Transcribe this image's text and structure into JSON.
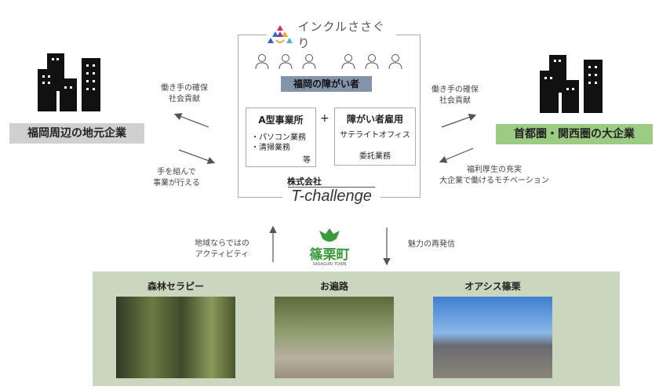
{
  "logo": {
    "text": "インクルささぐり"
  },
  "center": {
    "group_label": "福岡の障がい者",
    "box_a": {
      "title": "A型事業所",
      "items": [
        "・パソコン業務",
        "・清掃業務"
      ],
      "etc": "等"
    },
    "plus": "+",
    "box_b": {
      "title": "障がい者雇用",
      "line1": "サテライトオフィス",
      "line2": "委託業務"
    },
    "company_prefix": "株式会社",
    "company_name": "T-challenge"
  },
  "left": {
    "label": "福岡周辺の地元企業",
    "note_top": [
      "働き手の確保",
      "社会貢献"
    ],
    "note_bottom": [
      "手を組んで",
      "事業が行える"
    ]
  },
  "right": {
    "label": "首都圏・関西圏の大企業",
    "note_top": [
      "働き手の確保",
      "社会貢献"
    ],
    "note_bottom": [
      "福利厚生の充実",
      "大企業で働けるモチベーション"
    ]
  },
  "town": {
    "name": "篠栗町",
    "sub": "SASAGURI TOWN",
    "note_left": [
      "地域ならではの",
      "アクティビティ"
    ],
    "note_right": "魅力の再発信"
  },
  "activities": [
    {
      "title": "森林セラピー"
    },
    {
      "title": "お遍路"
    },
    {
      "title": "オアシス篠栗"
    }
  ],
  "colors": {
    "left_label": "#d0d0d0",
    "right_label": "#9ccc84",
    "group_bar": "#8394aa",
    "panel": "#cbd6bf",
    "town_green": "#3a9a3c"
  }
}
